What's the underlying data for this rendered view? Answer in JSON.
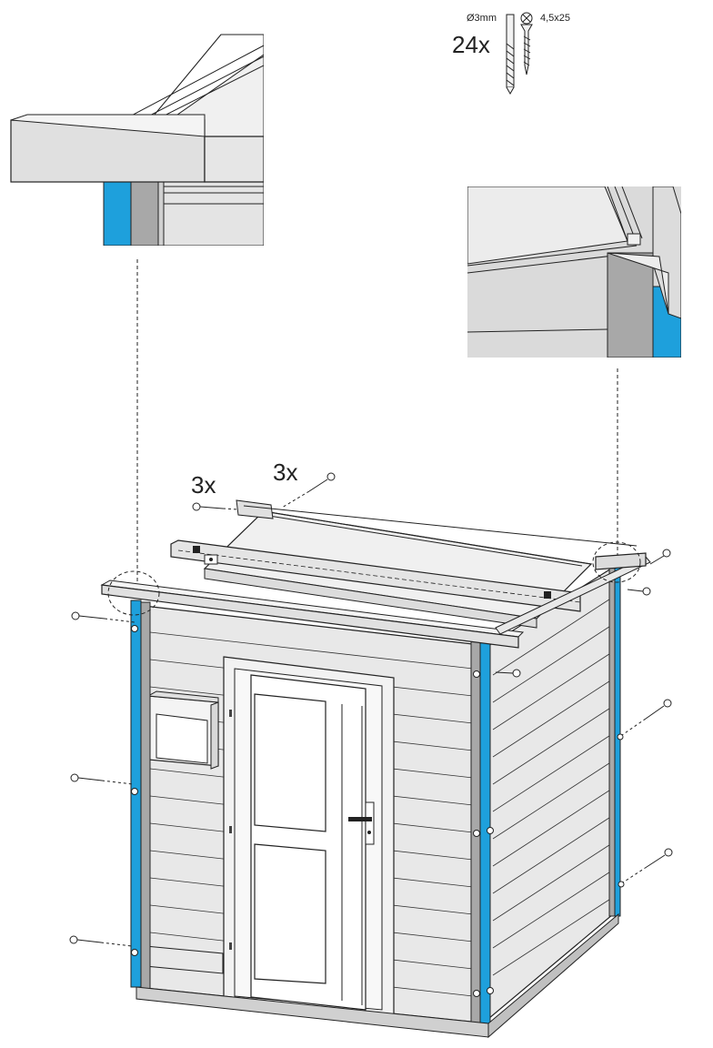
{
  "hardware": {
    "quantity": "24x",
    "drill_label": "Ø3mm",
    "screw_label": "4,5x25"
  },
  "callouts": {
    "left_roof_screws": "3x",
    "right_roof_screws": "3x"
  },
  "colors": {
    "accent_blue": "#1ea0dc",
    "panel_fill": "#e6e6e6",
    "panel_dark": "#a8a8a8",
    "detail_bg": "#d7d7d7",
    "line": "#222222"
  },
  "icons": [
    "drill-bit-icon",
    "screw-icon",
    "screw-icon",
    "door-handle-icon",
    "mailbox-icon"
  ]
}
